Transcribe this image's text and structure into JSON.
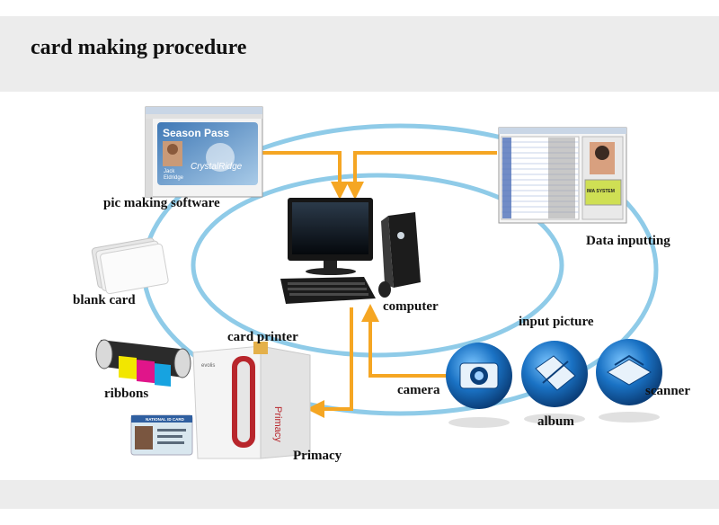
{
  "header": {
    "title": "card making procedure"
  },
  "nodes": {
    "pic_software": {
      "label": "pic making software",
      "card_title": "Season Pass",
      "card_name_1": "Jack",
      "card_name_2": "Eldridge",
      "card_brand": "CrystalRidge"
    },
    "data_inputting": {
      "label": "Data inputting",
      "panel_text": "IMA SYSTEM"
    },
    "blank_card": {
      "label": "blank card"
    },
    "computer": {
      "label": "computer"
    },
    "ribbons": {
      "label": "ribbons"
    },
    "card_printer": {
      "label": "card printer",
      "model_label": "Primacy",
      "brand": "evolis"
    },
    "primacy": {
      "label": "Primacy"
    },
    "id_card": {
      "header_text": "NATIONAL ID CARD"
    },
    "input_picture": {
      "label": "input picture"
    },
    "camera": {
      "label": "camera"
    },
    "album": {
      "label": "album"
    },
    "scanner": {
      "label": "scanner"
    }
  },
  "colors": {
    "ring": "#8fcbe8",
    "arrow": "#f5a623",
    "orb": "#1a72c4",
    "band": "#ececec"
  }
}
